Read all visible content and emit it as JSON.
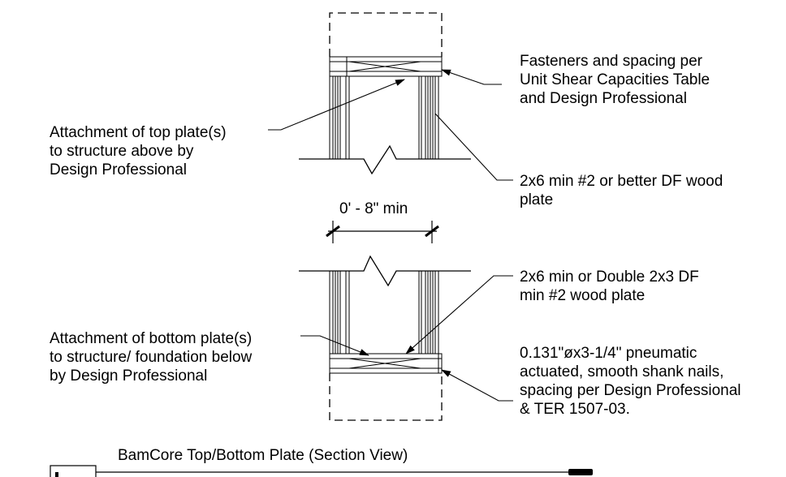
{
  "notes": {
    "fasteners_top": [
      "Fasteners and spacing per",
      "Unit Shear Capacities Table",
      "and Design Professional"
    ],
    "attach_top": [
      "Attachment of top plate(s)",
      "to structure above by",
      "Design Professional"
    ],
    "plate_top": [
      "2x6 min #2 or better DF wood",
      "plate"
    ],
    "plate_bottom": [
      "2x6 min or Double 2x3 DF",
      "min #2 wood plate"
    ],
    "attach_bottom": [
      "Attachment of bottom plate(s)",
      "to structure/ foundation below",
      "by Design Professional"
    ],
    "nails_bottom": [
      "0.131\"øx3-1/4\" pneumatic",
      "actuated, smooth shank nails,",
      "spacing per Design Professional",
      "& TER 1507-03."
    ]
  },
  "dimension": {
    "label": "0' - 8\" min"
  },
  "view_title": "BamCore Top/Bottom Plate (Section View)"
}
